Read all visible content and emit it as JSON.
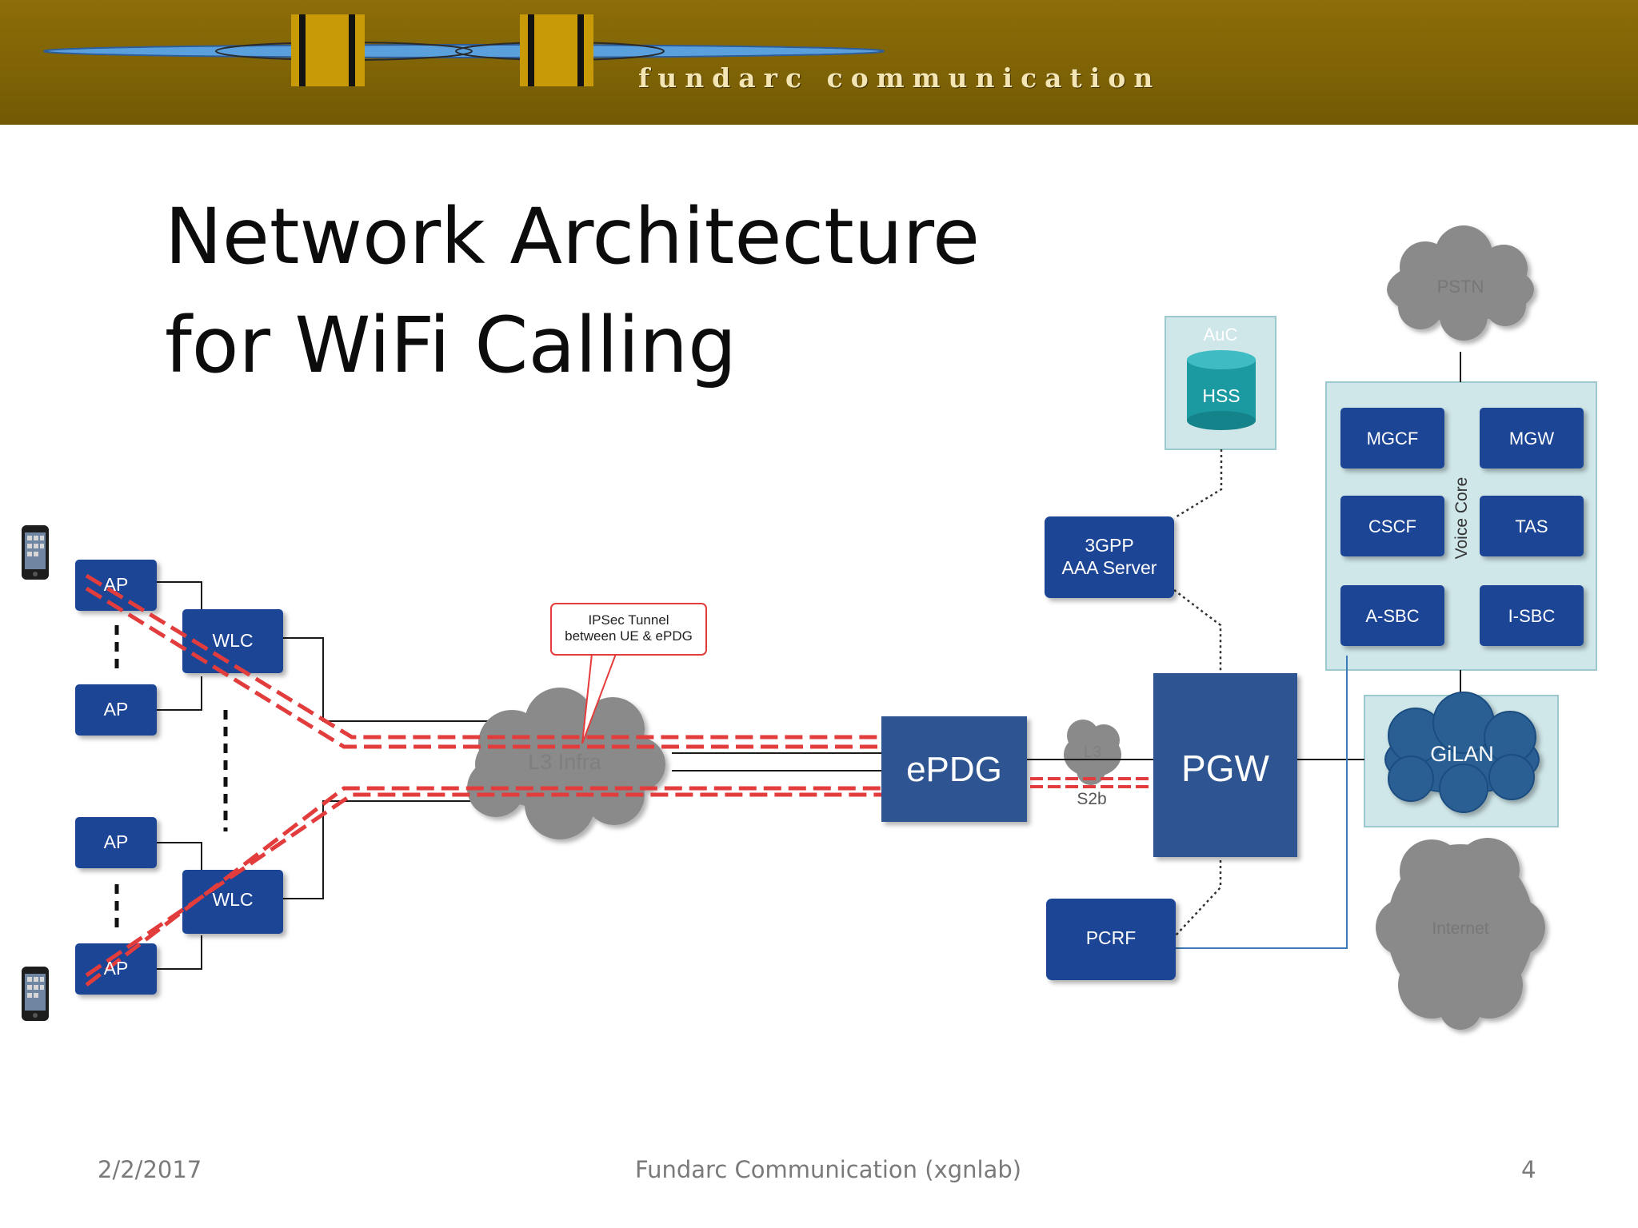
{
  "banner": {
    "brand_text": "fundarc communication"
  },
  "slide": {
    "title_line1": "Network Architecture",
    "title_line2": "for WiFi Calling"
  },
  "diagram": {
    "ap_top": "AP",
    "ap_mid_upper": "AP",
    "ap_mid_lower": "AP",
    "ap_bottom": "AP",
    "wlc_top": "WLC",
    "wlc_bottom": "WLC",
    "callout": {
      "line1": "IPSec Tunnel",
      "line2": "between  UE & ePDG"
    },
    "l3_infra": "L3 Infra",
    "epdg": "ePDG",
    "l3_small": "L3",
    "s2b": "S2b",
    "pgw": "PGW",
    "aaa_line1": "3GPP",
    "aaa_line2": "AAA Server",
    "pcrf": "PCRF",
    "auc": "AuC",
    "hss": "HSS",
    "pstn": "PSTN",
    "voice_core_label": "Voice Core",
    "voice_core": {
      "mgcf": "MGCF",
      "mgw": "MGW",
      "cscf": "CSCF",
      "tas": "TAS",
      "asbc": "A-SBC",
      "isbc": "I-SBC"
    },
    "gilan": "GiLAN",
    "internet": "Internet"
  },
  "footer": {
    "date": "2/2/2017",
    "center": "Fundarc Communication (xgnlab)",
    "page": "4"
  },
  "colors": {
    "banner": "#836707",
    "node_blue": "#1f4596",
    "gateway_blue": "#2e5592",
    "panel_teal": "#cfe7e9",
    "tunnel_red": "#e23c3c",
    "cloud_gray": "#8c8c8c",
    "hss_teal": "#1c9aa2"
  }
}
